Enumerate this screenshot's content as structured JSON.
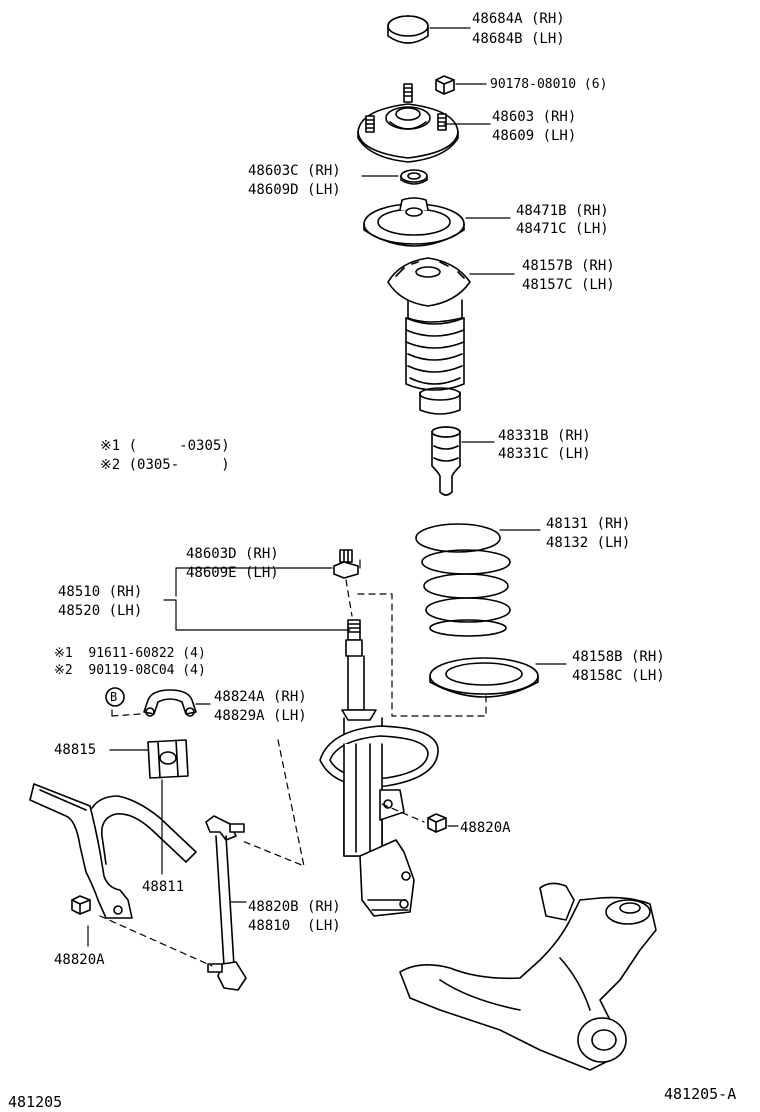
{
  "diagram": {
    "labels": {
      "top_cap": [
        "48684A (RH)",
        "48684B (LH)"
      ],
      "mount_nut": "90178-08010 (6)",
      "support": [
        "48603 (RH)",
        "48609 (LH)"
      ],
      "bearing": [
        "48603C (RH)",
        "48609D (LH)"
      ],
      "upper_seat": [
        "48471B (RH)",
        "48471C (LH)"
      ],
      "insulator": [
        "48157B (RH)",
        "48157C (LH)"
      ],
      "bump_stop": [
        "48331B (RH)",
        "48331C (LH)"
      ],
      "note1": "※1 (     -0305)",
      "note2": "※2 (0305-     )",
      "nut_d": [
        "48603D (RH)",
        "48609E (LH)"
      ],
      "spring": [
        "48131 (RH)",
        "48132 (LH)"
      ],
      "strut": [
        "48510 (RH)",
        "48520 (LH)"
      ],
      "bolt1": "※1  91611-60822 (4)",
      "bolt2": "※2  90119-08C04 (4)",
      "b_marker": "B",
      "lower_insulator": [
        "48158B (RH)",
        "48158C (LH)"
      ],
      "bracket": [
        "48824A (RH)",
        "48829A (LH)"
      ],
      "bushing": "48815",
      "nut_a_right": "48820A",
      "stabilizer_bar": "48811",
      "link": [
        "48820B (RH)",
        "48810  (LH)"
      ],
      "nut_a_left": "48820A",
      "footer_left": "481205",
      "footer_right": "481205-A"
    }
  }
}
